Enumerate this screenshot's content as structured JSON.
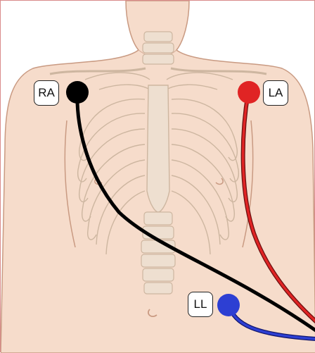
{
  "diagram": {
    "electrodes": [
      {
        "id": "ra",
        "label": "RA",
        "color": "#000000"
      },
      {
        "id": "la",
        "label": "LA",
        "color": "#e02424"
      },
      {
        "id": "ll",
        "label": "LL",
        "color": "#2d3fd3"
      }
    ],
    "colors": {
      "skin": "#f6dccb",
      "skin_outline": "#c99a82",
      "bone": "#eedfd0",
      "bone_outline": "#cdb6a0",
      "border": "#d98a8a"
    }
  }
}
